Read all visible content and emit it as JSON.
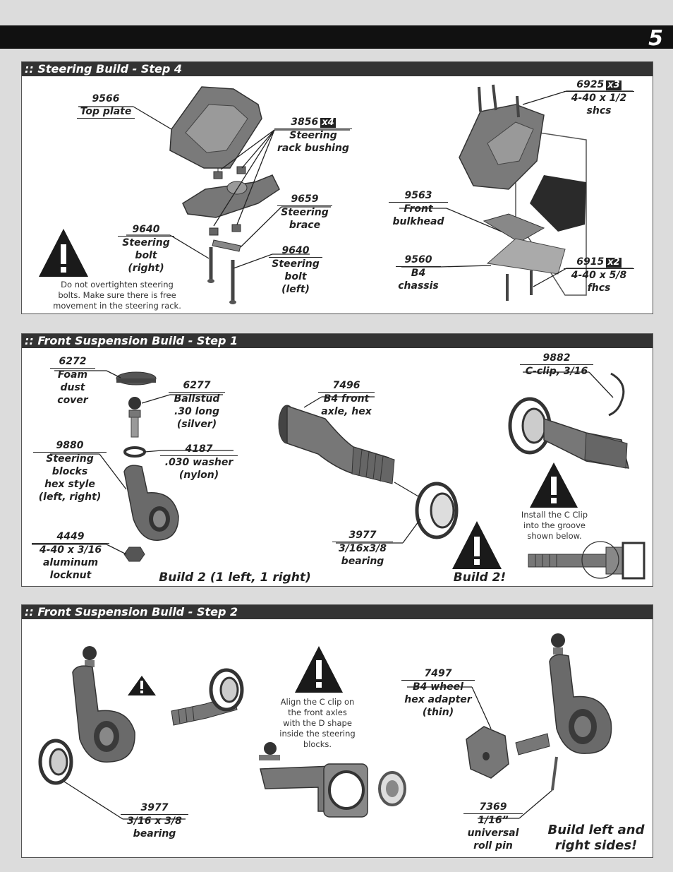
{
  "page_number": "5",
  "sections": {
    "s1": {
      "title": ":: Steering Build - Step 4",
      "labels": {
        "top_plate_num": "9566",
        "top_plate_name": "Top plate",
        "bushing_num": "3856",
        "bushing_qty": "x4",
        "bushing_name1": "Steering",
        "bushing_name2": "rack bushing",
        "brace_num": "9659",
        "brace_name1": "Steering",
        "brace_name2": "brace",
        "bolt_r_num": "9640",
        "bolt_r_name1": "Steering",
        "bolt_r_name2": "bolt",
        "bolt_r_name3": "(right)",
        "bolt_l_num": "9640",
        "bolt_l_name1": "Steering",
        "bolt_l_name2": "bolt",
        "bolt_l_name3": "(left)",
        "shcs_num": "6925",
        "shcs_qty": "x3",
        "shcs_name1": "4-40 x 1/2",
        "shcs_name2": "shcs",
        "bulkhead_num": "9563",
        "bulkhead_name1": "Front",
        "bulkhead_name2": "bulkhead",
        "chassis_num": "9560",
        "chassis_name1": "B4",
        "chassis_name2": "chassis",
        "fhcs_num": "6915",
        "fhcs_qty": "x2",
        "fhcs_name1": "4-40 x 5/8",
        "fhcs_name2": "fhcs"
      },
      "warning": [
        "Do not overtighten steering",
        "bolts.  Make sure there is free",
        "movement in the steering rack."
      ]
    },
    "s2": {
      "title": ":: Front Suspension Build - Step 1",
      "labels": {
        "foam_num": "6272",
        "foam_name1": "Foam",
        "foam_name2": "dust",
        "foam_name3": "cover",
        "ballstud_num": "6277",
        "ballstud_name1": "Ballstud",
        "ballstud_name2": ".30 long",
        "ballstud_name3": "(silver)",
        "washer_num": "4187",
        "washer_name1": ".030 washer",
        "washer_name2": "(nylon)",
        "blocks_num": "9880",
        "blocks_name1": "Steering",
        "blocks_name2": "blocks",
        "blocks_name3": "hex style",
        "blocks_name4": "(left, right)",
        "locknut_num": "4449",
        "locknut_name1": "4-40 x 3/16",
        "locknut_name2": "aluminum",
        "locknut_name3": "locknut",
        "axle_num": "7496",
        "axle_name1": "B4 front",
        "axle_name2": "axle, hex",
        "bearing_num": "3977",
        "bearing_name1": "3/16x3/8",
        "bearing_name2": "bearing",
        "clip_num": "9882",
        "clip_name": "C-clip, 3/16"
      },
      "build_note": "Build 2 (1 left, 1 right)",
      "build2": "Build 2!",
      "clip_note": [
        "Install the C Clip",
        "into the groove",
        "shown below."
      ]
    },
    "s3": {
      "title": ":: Front Suspension Build - Step 2",
      "labels": {
        "bearing_num": "3977",
        "bearing_name1": "3/16 x 3/8",
        "bearing_name2": "bearing",
        "hex_num": "7497",
        "hex_name1": "B4 wheel",
        "hex_name2": "hex adapter",
        "hex_name3": "(thin)",
        "pin_num": "7369",
        "pin_name1": "1/16”",
        "pin_name2": "universal",
        "pin_name3": "roll pin"
      },
      "align_note": [
        "Align the C clip on",
        "the front axles",
        "with the D shape",
        "inside the steering",
        "blocks."
      ],
      "sides_note": [
        "Build left and",
        "right sides!"
      ]
    }
  },
  "colors": {
    "bar": "#111111",
    "title_bar": "#333333",
    "part": "#6e6e6e",
    "page_bg": "#dcdcdc"
  },
  "icons": [
    "warning-triangle-icon"
  ]
}
